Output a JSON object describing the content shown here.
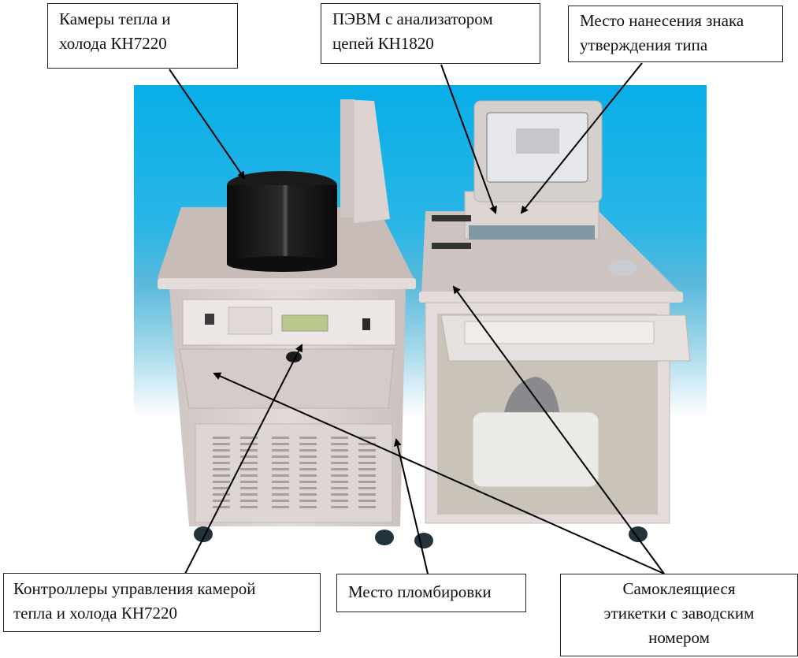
{
  "figure": {
    "photo_description": "Measurement system: heat/cold chamber cabinet (left) and PC workstation cabinet with monitor, keyboard tray and printer (right) on blue gradient background",
    "background_gradient": [
      "#0aaee6",
      "#5bbfe0",
      "#ffffff"
    ]
  },
  "callouts": {
    "chambers": {
      "lines": [
        "Камеры тепла и",
        "холода КН7220"
      ]
    },
    "pc": {
      "lines": [
        "ПЭВМ с анализатором",
        "цепей КН1820"
      ]
    },
    "type_mark": {
      "lines": [
        "Место нанесения знака",
        "утверждения типа"
      ]
    },
    "controllers": {
      "lines": [
        "Контроллеры управления камерой",
        "тепла и холода КН7220"
      ]
    },
    "seal": {
      "lines": [
        "Место пломбировки"
      ]
    },
    "labels": {
      "lines": [
        "Самоклеящиеся",
        "этикетки с заводским",
        "номером"
      ]
    }
  },
  "colors": {
    "cabinet": "#d9d0cf",
    "cabinet_top": "#c9beba",
    "chamber": "#121212",
    "lcd": "#b7c98a",
    "arrow": "#000000"
  }
}
